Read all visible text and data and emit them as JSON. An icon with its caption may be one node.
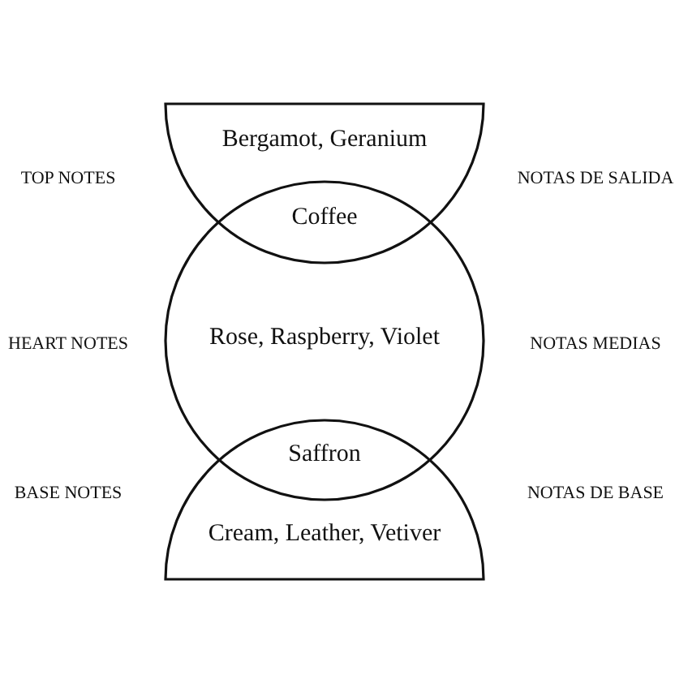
{
  "diagram": {
    "nodes": [
      {
        "text": [
          "Bergamot, Geranium"
        ]
      },
      {
        "text": [
          "Rose, Raspberry, Violet"
        ]
      },
      {
        "text": [
          "Cream, Leather, Vetiver"
        ]
      }
    ],
    "labels": [
      "TOP NOTES",
      "Coffee",
      "NOTAS DE SALIDA",
      "HEART NOTES",
      "NOTAS MEDIAS",
      "BASE NOTES",
      "Saffron",
      "NOTAS DE BASE"
    ]
  }
}
